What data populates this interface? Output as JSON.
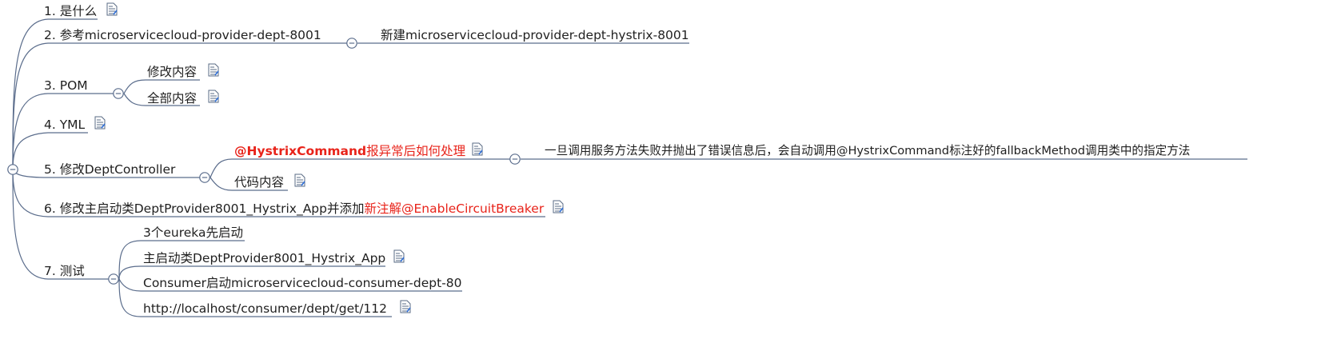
{
  "branches": [
    {
      "id": "what",
      "prefix": "1. ",
      "label": "是什么",
      "has_note": true
    },
    {
      "id": "ref",
      "prefix": "2. ",
      "label": "参考microservicecloud-provider-dept-8001",
      "children": [
        {
          "label": "新建microservicecloud-provider-dept-hystrix-8001"
        }
      ]
    },
    {
      "id": "pom",
      "prefix": "3. ",
      "label": "POM",
      "children": [
        {
          "label": "修改内容",
          "has_note": true
        },
        {
          "label": "全部内容",
          "has_note": true
        }
      ]
    },
    {
      "id": "yml",
      "prefix": "4. ",
      "label": "YML",
      "has_note": true
    },
    {
      "id": "controller",
      "prefix": "5. ",
      "label": "修改DeptController",
      "children": [
        {
          "label_bold": "@HystrixCommand",
          "label_rest": "报异常后如何处理",
          "has_note": true,
          "children": [
            {
              "label": "一旦调用服务方法失败并抛出了错误信息后，会自动调用@HystrixCommand标注好的fallbackMethod调用类中的指定方法"
            }
          ]
        },
        {
          "label": "代码内容",
          "has_note": true
        }
      ]
    },
    {
      "id": "main",
      "prefix": "6. ",
      "label_plain": "修改主启动类DeptProvider8001_Hystrix_App并添加",
      "label_red": "新注解@EnableCircuitBreaker",
      "has_note": true
    },
    {
      "id": "test",
      "prefix": "7. ",
      "label": "测试",
      "children": [
        {
          "label": "3个eureka先启动"
        },
        {
          "label": "主启动类DeptProvider8001_Hystrix_App",
          "has_note": true
        },
        {
          "label": "Consumer启动microservicecloud-consumer-dept-80"
        },
        {
          "label": "http://localhost/consumer/dept/get/112",
          "has_note": true
        }
      ]
    }
  ],
  "colors": {
    "line": "#5b6d8c",
    "highlight": "#e8231a",
    "note": "#5a6b84"
  },
  "icons": {
    "note": "note-icon",
    "collapse": "collapse-icon"
  }
}
